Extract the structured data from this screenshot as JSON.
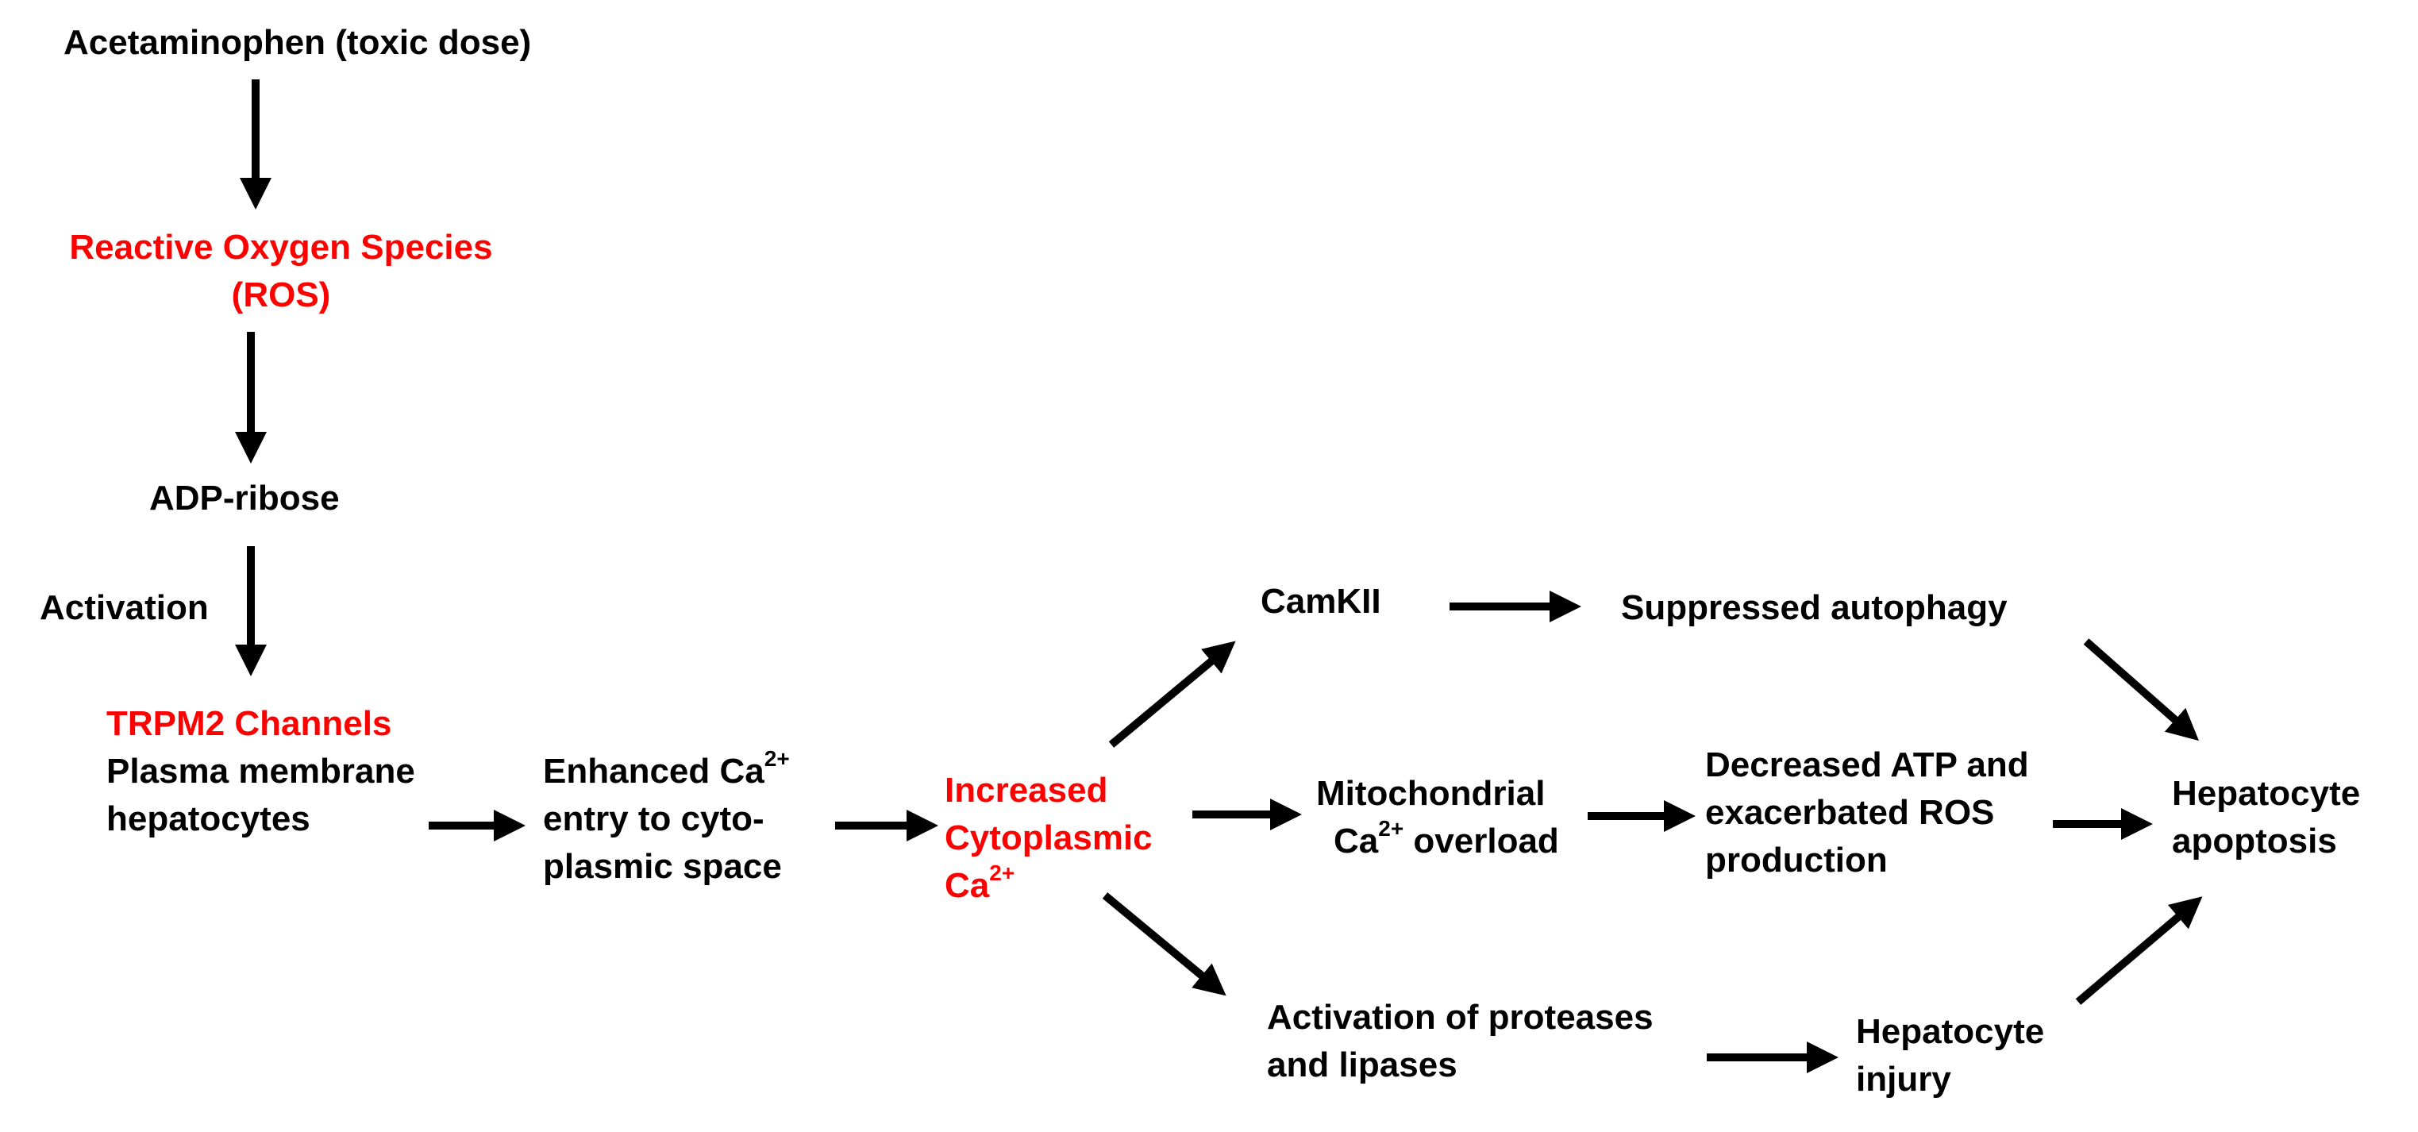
{
  "colors": {
    "text": "#000000",
    "highlight": "#ff0000",
    "arrow": "#000000",
    "background": "#ffffff"
  },
  "nodes": {
    "acetaminophen": "Acetaminophen (toxic dose)",
    "ros_line1": "Reactive Oxygen Species",
    "ros_line2": "(ROS)",
    "adp_ribose": "ADP-ribose",
    "activation": "Activation",
    "trpm2": "TRPM2 Channels",
    "plasma_line1": "Plasma membrane",
    "plasma_line2": "hepatocytes",
    "enhanced_line1": "Enhanced Ca",
    "enhanced_line2": "entry to cyto-",
    "enhanced_line3": "plasmic space",
    "increased_line1": "Increased",
    "increased_line2": "Cytoplasmic",
    "increased_line3": "Ca",
    "camkii": "CamKII",
    "suppressed": "Suppressed autophagy",
    "mito_line1": "Mitochondrial",
    "mito_line2_ca": "Ca",
    "mito_line2_rest": " overload",
    "atp_line1": "Decreased ATP and",
    "atp_line2": "exacerbated ROS",
    "atp_line3": "production",
    "proteases_line1": "Activation of proteases",
    "proteases_line2": "and lipases",
    "injury_line1": "Hepatocyte",
    "injury_line2": "injury",
    "apoptosis_line1": "Hepatocyte",
    "apoptosis_line2": "apoptosis",
    "ca_superscript": "2+"
  }
}
